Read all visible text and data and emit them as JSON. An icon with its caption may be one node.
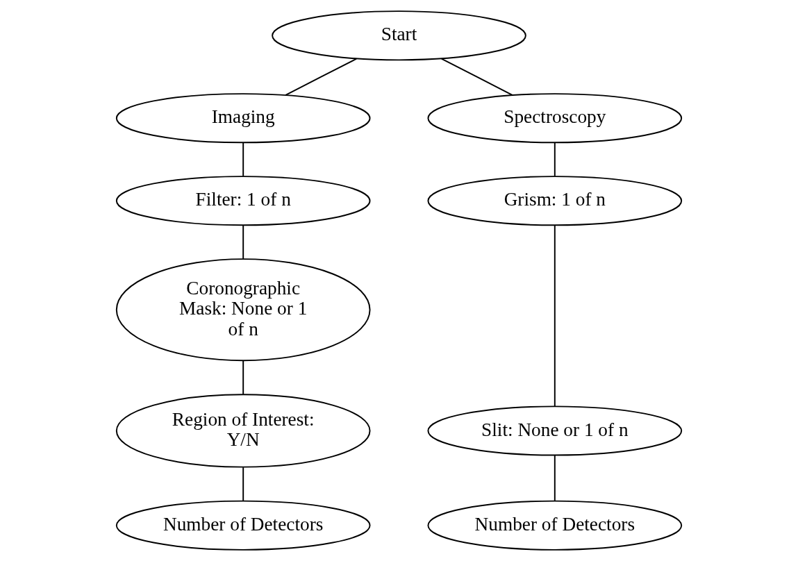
{
  "diagram": {
    "nodes": [
      {
        "text": [
          "Start"
        ]
      },
      {
        "text": [
          "Imaging"
        ]
      },
      {
        "text": [
          "Spectroscopy"
        ]
      },
      {
        "text": [
          "Filter: 1 of n"
        ]
      },
      {
        "text": [
          "Coronographic Mask: None or 1 of n"
        ]
      },
      {
        "text": [
          "Region of Interest: Y/N"
        ]
      },
      {
        "text": [
          "Number of Detectors"
        ]
      },
      {
        "text": [
          "Grism: 1 of n"
        ]
      },
      {
        "text": [
          "Slit: None or 1 of n"
        ]
      },
      {
        "text": [
          "Number of Detectors"
        ]
      }
    ],
    "edges": [
      {
        "from": 0,
        "to": 1,
        "arrow": "none"
      },
      {
        "from": 0,
        "to": 2,
        "arrow": "none"
      },
      {
        "from": 1,
        "to": 3,
        "arrow": "none"
      },
      {
        "from": 3,
        "to": 4,
        "arrow": "none"
      },
      {
        "from": 4,
        "to": 5,
        "arrow": "none"
      },
      {
        "from": 5,
        "to": 6,
        "arrow": "none"
      },
      {
        "from": 2,
        "to": 7,
        "arrow": "none"
      },
      {
        "from": 7,
        "to": 8,
        "arrow": "none"
      },
      {
        "from": 8,
        "to": 9,
        "arrow": "none"
      }
    ]
  }
}
